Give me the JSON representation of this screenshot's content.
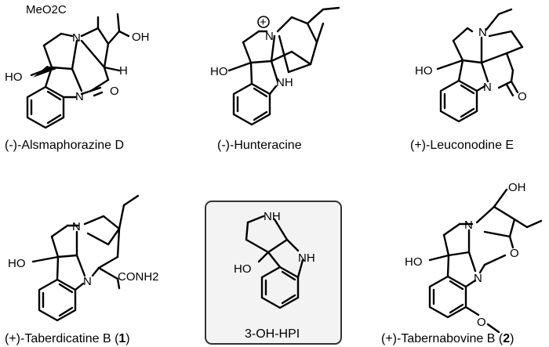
{
  "compounds": [
    {
      "name": "(-)-Alsmaphorazine D",
      "atoms": {
        "ester": "MeO2C",
        "oh": "OH",
        "n1": "N",
        "h": "H",
        "ho": "HO",
        "n2": "N",
        "o": "O"
      }
    },
    {
      "name": "(-)-Hunteracine",
      "atoms": {
        "charge": "+",
        "n1": "N",
        "ho": "HO",
        "nh": "NH"
      }
    },
    {
      "name": "(+)-Leuconodine E",
      "atoms": {
        "n1": "N",
        "ho": "HO",
        "n2": "N",
        "o": "O"
      }
    },
    {
      "name_prefix": "(+)-Taberdicatine B (",
      "name_num": "1",
      "name_suffix": ")",
      "atoms": {
        "n1": "N",
        "ho": "HO",
        "n2": "N",
        "conh2": "CONH2"
      }
    },
    {
      "name": "3-OH-HPI",
      "atoms": {
        "nh1": "NH",
        "ho": "HO",
        "nh2": "NH"
      }
    },
    {
      "name_prefix": "(+)-Tabernabovine B (",
      "name_num": "2",
      "name_suffix": ")",
      "atoms": {
        "oh": "OH",
        "n1": "N",
        "ho": "HO",
        "n2": "N",
        "o": "O",
        "ome": "O"
      }
    }
  ]
}
